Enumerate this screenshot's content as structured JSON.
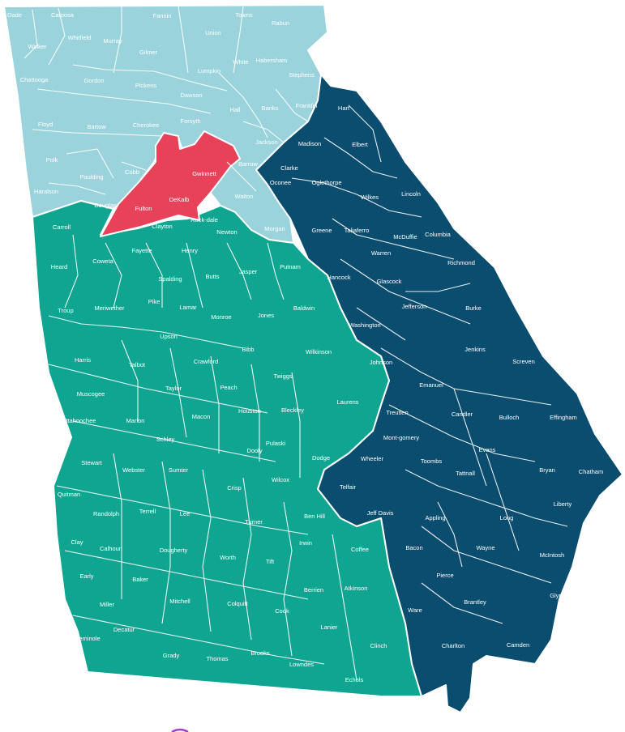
{
  "colors": {
    "north": "#9ad3dc",
    "metro": "#e8425a",
    "central_south": "#10a591",
    "east": "#0b4d6e",
    "border": "#ffffff",
    "accent": "#a03cc8"
  },
  "regions": [
    {
      "name": "north",
      "color_key": "north"
    },
    {
      "name": "metro",
      "color_key": "metro"
    },
    {
      "name": "central_south",
      "color_key": "central_south"
    },
    {
      "name": "east",
      "color_key": "east"
    }
  ],
  "counties": [
    {
      "name": "Dade",
      "region": "north"
    },
    {
      "name": "Catoosa",
      "region": "north"
    },
    {
      "name": "Fannin",
      "region": "north"
    },
    {
      "name": "Towns",
      "region": "north"
    },
    {
      "name": "Rabun",
      "region": "north"
    },
    {
      "name": "Walker",
      "region": "north"
    },
    {
      "name": "Whitfield",
      "region": "north"
    },
    {
      "name": "Murray",
      "region": "north"
    },
    {
      "name": "Union",
      "region": "north"
    },
    {
      "name": "Gilmer",
      "region": "north"
    },
    {
      "name": "White",
      "region": "north"
    },
    {
      "name": "Habersham",
      "region": "north"
    },
    {
      "name": "Chattooga",
      "region": "north"
    },
    {
      "name": "Gordon",
      "region": "north"
    },
    {
      "name": "Lumpkin",
      "region": "north"
    },
    {
      "name": "Stephens",
      "region": "north"
    },
    {
      "name": "Pickens",
      "region": "north"
    },
    {
      "name": "Dawson",
      "region": "north"
    },
    {
      "name": "Banks",
      "region": "north"
    },
    {
      "name": "Franklin",
      "region": "north"
    },
    {
      "name": "Floyd",
      "region": "north"
    },
    {
      "name": "Bartow",
      "region": "north"
    },
    {
      "name": "Cherokee",
      "region": "north"
    },
    {
      "name": "Forsyth",
      "region": "north"
    },
    {
      "name": "Hall",
      "region": "north"
    },
    {
      "name": "Jackson",
      "region": "north"
    },
    {
      "name": "Polk",
      "region": "north"
    },
    {
      "name": "Cobb",
      "region": "north"
    },
    {
      "name": "Barrow",
      "region": "north"
    },
    {
      "name": "Paulding",
      "region": "north"
    },
    {
      "name": "Haralson",
      "region": "north"
    },
    {
      "name": "Douglas",
      "region": "north"
    },
    {
      "name": "Walton",
      "region": "north"
    },
    {
      "name": "Morgan",
      "region": "north"
    },
    {
      "name": "Gwinnett",
      "region": "metro"
    },
    {
      "name": "DeKalb",
      "region": "metro"
    },
    {
      "name": "Fulton",
      "region": "metro"
    },
    {
      "name": "Hart",
      "region": "east"
    },
    {
      "name": "Madison",
      "region": "east"
    },
    {
      "name": "Elbert",
      "region": "east"
    },
    {
      "name": "Clarke",
      "region": "east"
    },
    {
      "name": "Oconee",
      "region": "east"
    },
    {
      "name": "Oglethorpe",
      "region": "east"
    },
    {
      "name": "Wilkes",
      "region": "east"
    },
    {
      "name": "Lincoln",
      "region": "east"
    },
    {
      "name": "Greene",
      "region": "east"
    },
    {
      "name": "Taliaferro",
      "region": "east"
    },
    {
      "name": "McDuffie",
      "region": "east"
    },
    {
      "name": "Columbia",
      "region": "east"
    },
    {
      "name": "Warren",
      "region": "east"
    },
    {
      "name": "Richmond",
      "region": "east"
    },
    {
      "name": "Hancock",
      "region": "east"
    },
    {
      "name": "Glascock",
      "region": "east"
    },
    {
      "name": "Jefferson",
      "region": "east"
    },
    {
      "name": "Burke",
      "region": "east"
    },
    {
      "name": "Washington",
      "region": "east"
    },
    {
      "name": "Jenkins",
      "region": "east"
    },
    {
      "name": "Screven",
      "region": "east"
    },
    {
      "name": "Johnson",
      "region": "east"
    },
    {
      "name": "Emanuel",
      "region": "east"
    },
    {
      "name": "Treutlen",
      "region": "east"
    },
    {
      "name": "Candler",
      "region": "east"
    },
    {
      "name": "Bulloch",
      "region": "east"
    },
    {
      "name": "Effingham",
      "region": "east"
    },
    {
      "name": "Mont-gomery",
      "region": "east"
    },
    {
      "name": "Wheeler",
      "region": "east"
    },
    {
      "name": "Toombs",
      "region": "east"
    },
    {
      "name": "Evans",
      "region": "east"
    },
    {
      "name": "Tattnall",
      "region": "east"
    },
    {
      "name": "Bryan",
      "region": "east"
    },
    {
      "name": "Chatham",
      "region": "east"
    },
    {
      "name": "Telfair",
      "region": "east"
    },
    {
      "name": "Liberty",
      "region": "east"
    },
    {
      "name": "Jeff Davis",
      "region": "east"
    },
    {
      "name": "Appling",
      "region": "east"
    },
    {
      "name": "Long",
      "region": "east"
    },
    {
      "name": "Bacon",
      "region": "east"
    },
    {
      "name": "Wayne",
      "region": "east"
    },
    {
      "name": "McIntosh",
      "region": "east"
    },
    {
      "name": "Pierce",
      "region": "east"
    },
    {
      "name": "Glynn",
      "region": "east"
    },
    {
      "name": "Brantley",
      "region": "east"
    },
    {
      "name": "Ware",
      "region": "east"
    },
    {
      "name": "Charlton",
      "region": "east"
    },
    {
      "name": "Camden",
      "region": "east"
    },
    {
      "name": "Carroll",
      "region": "central_south"
    },
    {
      "name": "Clayton",
      "region": "central_south"
    },
    {
      "name": "Rock-dale",
      "region": "central_south"
    },
    {
      "name": "Newton",
      "region": "central_south"
    },
    {
      "name": "Heard",
      "region": "central_south"
    },
    {
      "name": "Coweta",
      "region": "central_south"
    },
    {
      "name": "Fayette",
      "region": "central_south"
    },
    {
      "name": "Henry",
      "region": "central_south"
    },
    {
      "name": "Jasper",
      "region": "central_south"
    },
    {
      "name": "Putnam",
      "region": "central_south"
    },
    {
      "name": "Spalding",
      "region": "central_south"
    },
    {
      "name": "Butts",
      "region": "central_south"
    },
    {
      "name": "Troup",
      "region": "central_south"
    },
    {
      "name": "Meriwether",
      "region": "central_south"
    },
    {
      "name": "Pike",
      "region": "central_south"
    },
    {
      "name": "Lamar",
      "region": "central_south"
    },
    {
      "name": "Monroe",
      "region": "central_south"
    },
    {
      "name": "Jones",
      "region": "central_south"
    },
    {
      "name": "Baldwin",
      "region": "central_south"
    },
    {
      "name": "Upson",
      "region": "central_south"
    },
    {
      "name": "Harris",
      "region": "central_south"
    },
    {
      "name": "Talbot",
      "region": "central_south"
    },
    {
      "name": "Crawford",
      "region": "central_south"
    },
    {
      "name": "Bibb",
      "region": "central_south"
    },
    {
      "name": "Wilkinson",
      "region": "central_south"
    },
    {
      "name": "Twiggs",
      "region": "central_south"
    },
    {
      "name": "Muscogee",
      "region": "central_south"
    },
    {
      "name": "Taylor",
      "region": "central_south"
    },
    {
      "name": "Peach",
      "region": "central_south"
    },
    {
      "name": "Laurens",
      "region": "central_south"
    },
    {
      "name": "Chattahoochee",
      "region": "central_south"
    },
    {
      "name": "Marion",
      "region": "central_south"
    },
    {
      "name": "Macon",
      "region": "central_south"
    },
    {
      "name": "Houston",
      "region": "central_south"
    },
    {
      "name": "Bleckley",
      "region": "central_south"
    },
    {
      "name": "Schley",
      "region": "central_south"
    },
    {
      "name": "Dooly",
      "region": "central_south"
    },
    {
      "name": "Pulaski",
      "region": "central_south"
    },
    {
      "name": "Dodge",
      "region": "central_south"
    },
    {
      "name": "Stewart",
      "region": "central_south"
    },
    {
      "name": "Webster",
      "region": "central_south"
    },
    {
      "name": "Sumter",
      "region": "central_south"
    },
    {
      "name": "Wilcox",
      "region": "central_south"
    },
    {
      "name": "Quitman",
      "region": "central_south"
    },
    {
      "name": "Crisp",
      "region": "central_south"
    },
    {
      "name": "Randolph",
      "region": "central_south"
    },
    {
      "name": "Terrell",
      "region": "central_south"
    },
    {
      "name": "Lee",
      "region": "central_south"
    },
    {
      "name": "Turner",
      "region": "central_south"
    },
    {
      "name": "Ben Hill",
      "region": "central_south"
    },
    {
      "name": "Clay",
      "region": "central_south"
    },
    {
      "name": "Irwin",
      "region": "central_south"
    },
    {
      "name": "Calhoun",
      "region": "central_south"
    },
    {
      "name": "Dougherty",
      "region": "central_south"
    },
    {
      "name": "Coffee",
      "region": "central_south"
    },
    {
      "name": "Worth",
      "region": "central_south"
    },
    {
      "name": "Tift",
      "region": "central_south"
    },
    {
      "name": "Early",
      "region": "central_south"
    },
    {
      "name": "Baker",
      "region": "central_south"
    },
    {
      "name": "Atkinson",
      "region": "central_south"
    },
    {
      "name": "Berrien",
      "region": "central_south"
    },
    {
      "name": "Miller",
      "region": "central_south"
    },
    {
      "name": "Mitchell",
      "region": "central_south"
    },
    {
      "name": "Colquitt",
      "region": "central_south"
    },
    {
      "name": "Cook",
      "region": "central_south"
    },
    {
      "name": "Lanier",
      "region": "central_south"
    },
    {
      "name": "Seminole",
      "region": "central_south"
    },
    {
      "name": "Decatur",
      "region": "central_south"
    },
    {
      "name": "Grady",
      "region": "central_south"
    },
    {
      "name": "Thomas",
      "region": "central_south"
    },
    {
      "name": "Brooks",
      "region": "central_south"
    },
    {
      "name": "Lowndes",
      "region": "central_south"
    },
    {
      "name": "Clinch",
      "region": "central_south"
    },
    {
      "name": "Echols",
      "region": "central_south"
    }
  ]
}
